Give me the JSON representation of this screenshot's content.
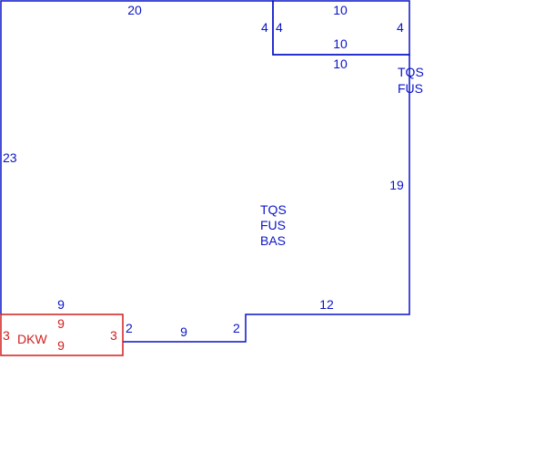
{
  "colors": {
    "main": "#0a14c8",
    "addition": "#d21e1e"
  },
  "main_area": {
    "codes": [
      "TQS",
      "FUS",
      "BAS"
    ],
    "dimensions": {
      "top": "20",
      "left": "23",
      "right": "19",
      "bottom_right": "12",
      "bottom_left": "9",
      "step_left": "2",
      "step_bottom": "9",
      "step_right": "2"
    }
  },
  "upper_area": {
    "codes": [
      "TQS",
      "FUS"
    ],
    "dimensions": {
      "top": "10",
      "bottom_inner": "10",
      "bottom_outer": "10",
      "left_outer": "4",
      "left_inner": "4",
      "right": "4"
    }
  },
  "dkw_area": {
    "label": "DKW",
    "dimensions": {
      "top": "9",
      "bottom": "9",
      "left": "3",
      "right": "3"
    }
  }
}
